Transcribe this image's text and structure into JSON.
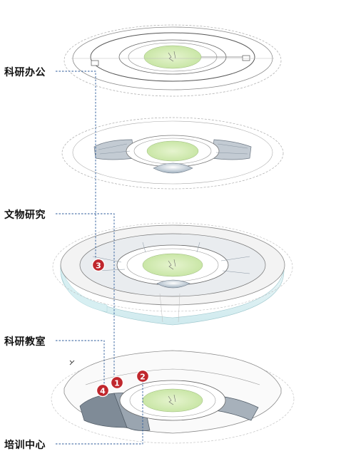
{
  "labels": {
    "research_office": "科研办公",
    "relic_research": "文物研究",
    "research_classroom": "科研教室",
    "training_center": "培训中心"
  },
  "markers": [
    "1",
    "2",
    "3",
    "4"
  ],
  "colors": {
    "leader_line": "#2b5a9a",
    "marker_fill": "#c0272d",
    "courtyard_green": "#d6ecb8",
    "glass_cyan": "#dff2f4",
    "dark_zone": "#7a8896",
    "plan_line": "#9a9a9a"
  }
}
